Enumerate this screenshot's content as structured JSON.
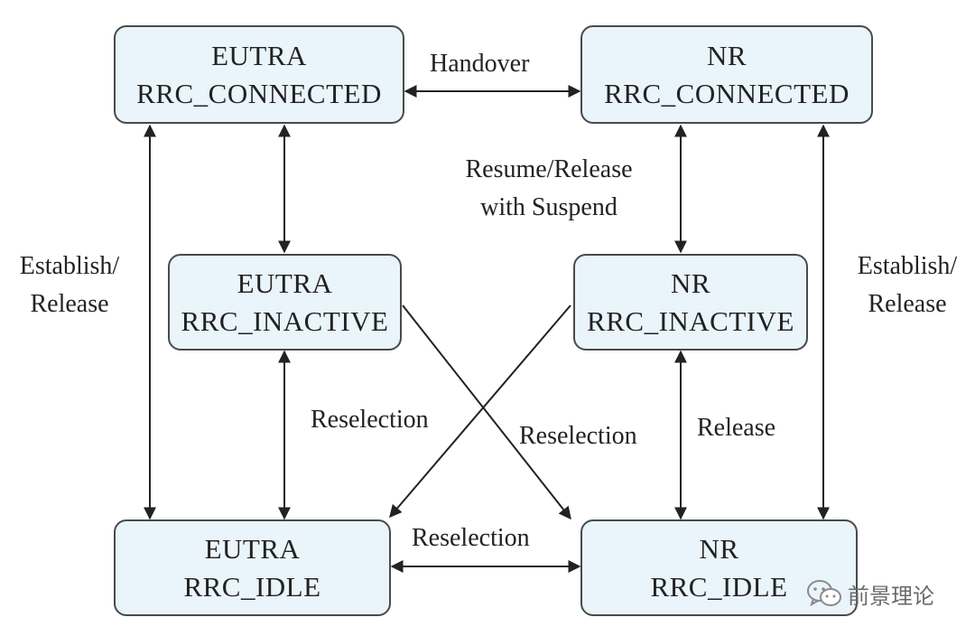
{
  "states": {
    "eutra_connected": {
      "line1": "EUTRA",
      "line2": "RRC_CONNECTED"
    },
    "nr_connected": {
      "line1": "NR",
      "line2": "RRC_CONNECTED"
    },
    "eutra_inactive": {
      "line1": "EUTRA",
      "line2": "RRC_INACTIVE"
    },
    "nr_inactive": {
      "line1": "NR",
      "line2": "RRC_INACTIVE"
    },
    "eutra_idle": {
      "line1": "EUTRA",
      "line2": "RRC_IDLE"
    },
    "nr_idle": {
      "line1": "NR",
      "line2": "RRC_IDLE"
    }
  },
  "transitions": {
    "handover": "Handover",
    "resume_release": {
      "line1": "Resume/Release",
      "line2": "with Suspend"
    },
    "establish_left": {
      "line1": "Establish/",
      "line2": "Release"
    },
    "establish_right": {
      "line1": "Establish/",
      "line2": "Release"
    },
    "reselection_left": "Reselection",
    "reselection_cross": "Reselection",
    "release_nr": "Release",
    "reselection_idle": "Reselection"
  },
  "watermark": {
    "icon": "wechat-icon",
    "text": "前景理论"
  }
}
